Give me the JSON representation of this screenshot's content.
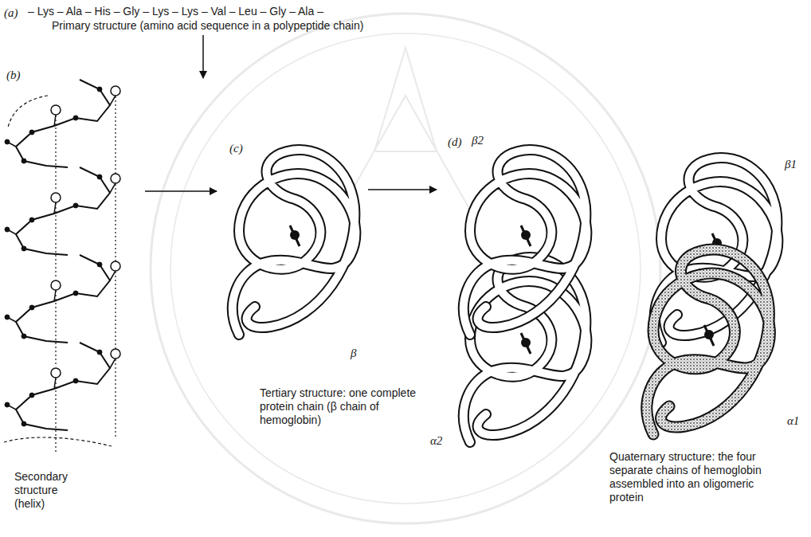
{
  "diagram": {
    "labels": [
      "(a)",
      "– Lys – Ala – His – Gly – Lys – Lys – Val – Leu – Gly – Ala –",
      "Primary structure (amino acid sequence in a polypeptide chain)",
      "(b)",
      "(c)",
      "(d)",
      "β2",
      "β1",
      "Secondary structure (helix)",
      "β",
      "Tertiary structure: one complete protein chain (β chain of hemoglobin)",
      "α2",
      "α1",
      "Quaternary structure: the four separate chains of hemoglobin assembled into an oligomeric protein"
    ]
  }
}
